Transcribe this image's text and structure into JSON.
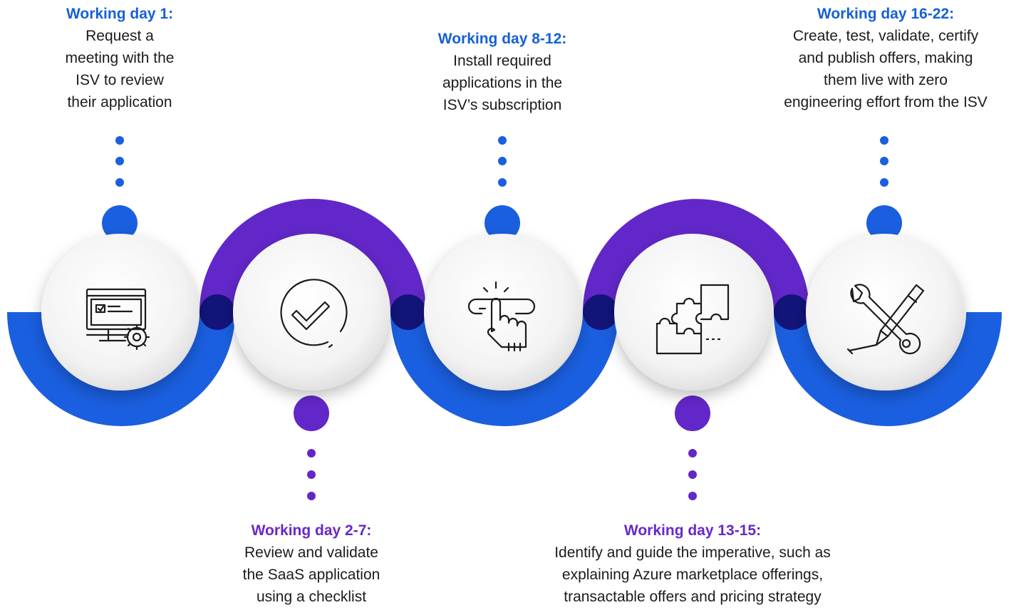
{
  "colors": {
    "blue": "#1a5fe0",
    "purple": "#6227c9",
    "navy": "#12147a",
    "title_blue": "#1560d8",
    "title_purple": "#6a27c9"
  },
  "steps": [
    {
      "title": "Working day 1:",
      "description": "Request a\nmeeting with the\nISV to review\ntheir application",
      "icon": "computer-settings-icon",
      "color": "blue"
    },
    {
      "title": "Working day 2-7:",
      "description": "Review and validate\nthe SaaS application\nusing a checklist",
      "icon": "checkmark-circle-icon",
      "color": "purple"
    },
    {
      "title": "Working day 8-12:",
      "description": "Install required\napplications in the\nISV’s subscription",
      "icon": "hand-click-icon",
      "color": "blue"
    },
    {
      "title": "Working day 13-15:",
      "description": "Identify and guide the imperative, such as\nexplaining Azure marketplace offerings,\ntransactable offers and pricing strategy",
      "icon": "puzzle-icon",
      "color": "purple"
    },
    {
      "title": "Working day 16-22:",
      "description": "Create, test, validate, certify\nand publish offers, making\nthem live with zero\nengineering effort from the ISV",
      "icon": "tools-icon",
      "color": "blue"
    }
  ]
}
